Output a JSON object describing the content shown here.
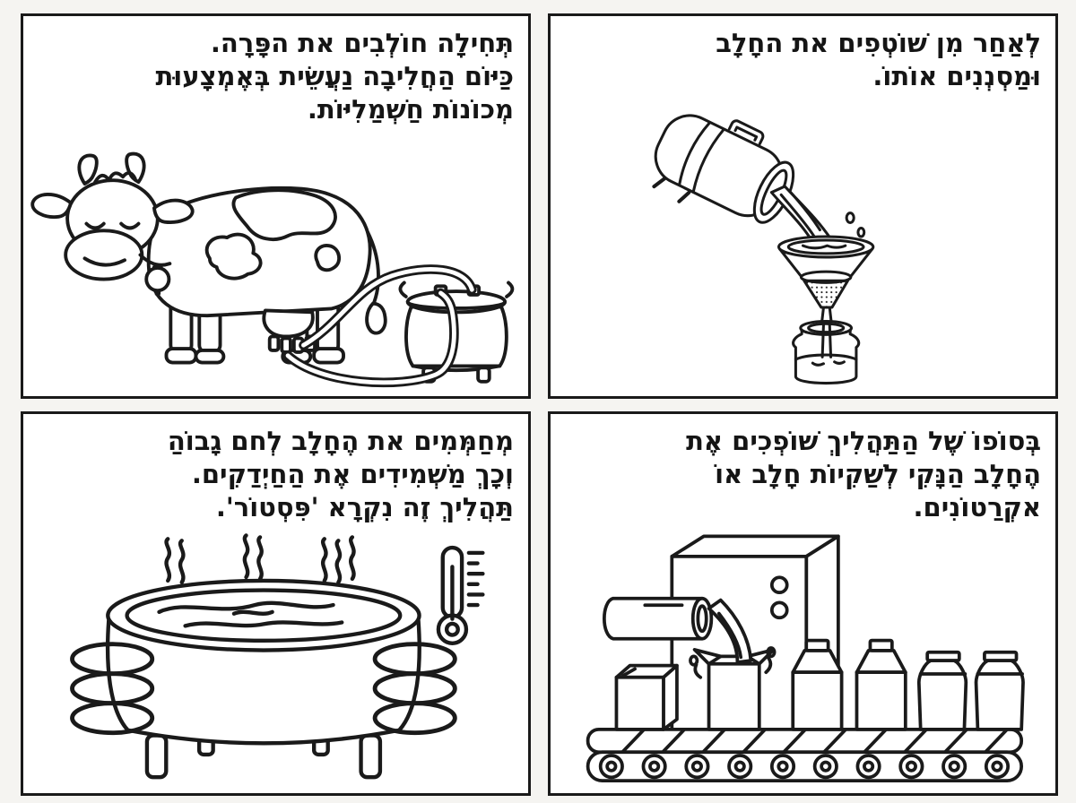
{
  "colors": {
    "ink": "#1a1a1a",
    "paper": "#ffffff",
    "page_bg": "#f5f4f1"
  },
  "panels": [
    {
      "id": "milking",
      "illustration": "cow-attached-to-electric-milking-machine-with-milk-can",
      "lines": [
        "תְּחִילָה חוֹלְבִים את הפָּרָה.",
        "כַּיּוֹם הַחֲלִיבָה נַעֲשֵׂית בְּאֶמְצָעוּת",
        "מְכוֹנוֹת חַשְׁמַלִיּוֹת."
      ]
    },
    {
      "id": "straining",
      "illustration": "milk-churn-pouring-through-strainer-funnel-into-jar",
      "lines": [
        "לְאַחַר מִן שׁוֹטְפִים את החָלָב",
        "וּמַסְנְנִים אוֹתוֹ."
      ]
    },
    {
      "id": "pasteurizing",
      "illustration": "steaming-heated-vat-with-coils-and-thermometer",
      "lines": [
        "מְחַמְּמִים את הֶחָלָב לְחם גָבוֹהַ",
        "וְכָךְ מַשְׁמִידִים אֶת הַחַיְדַקִים.",
        "תַּהֲלִיךְ זֶה נִקְרָא 'פִּסְטוֹר'."
      ]
    },
    {
      "id": "packaging",
      "illustration": "filling-machine-pouring-milk-into-cartons-on-conveyor-belt",
      "lines": [
        "בְּסוֹפוֹ שֶׁל הַתַּהֲלִיךְ שׁוֹפְכִים אֶת",
        "הֶחָלָב הַנָּקִי לְשַׁקִיוֹת חָלָב אוֹ",
        "אקְרַטוֹנִים."
      ]
    }
  ]
}
